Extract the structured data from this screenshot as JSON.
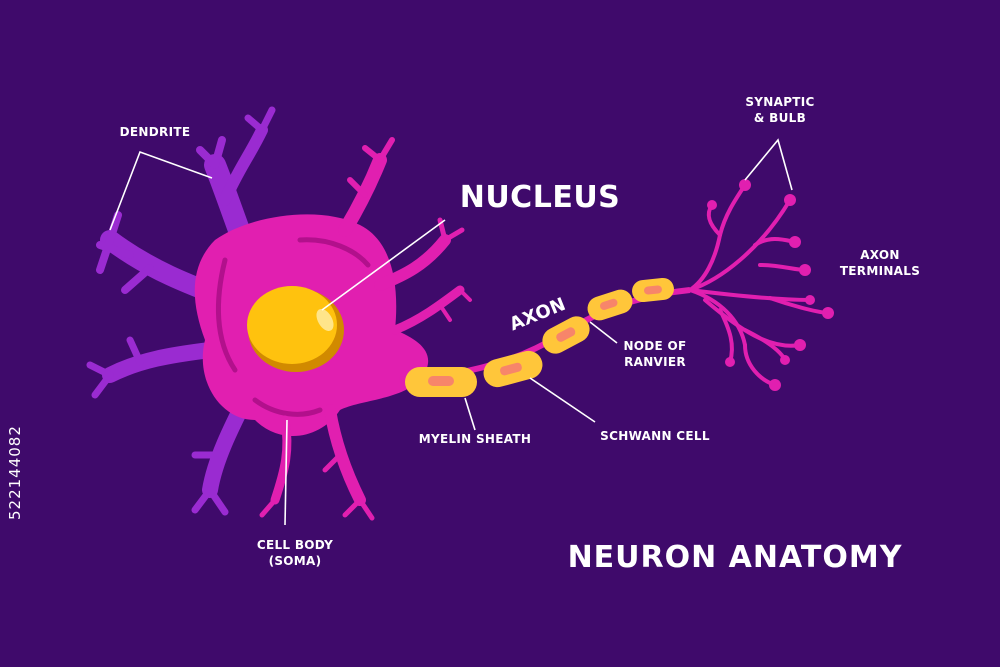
{
  "title": "NEURON ANATOMY",
  "labels": {
    "dendrite": "DENDRITE",
    "nucleus": "NUCLEUS",
    "axon": "AXON",
    "synaptic_bulb": "SYNAPTIC\n& BULB",
    "axon_terminals": "AXON\nTERMINALS",
    "node_of_ranvier": "NODE OF\nRANVIER",
    "myelin_sheath": "MYELIN SHEATH",
    "schwann_cell": "SCHWANN CELL",
    "cell_body": "CELL BODY\n(SOMA)"
  },
  "stock_id": "522144082",
  "colors": {
    "background": "#3f0a6b",
    "soma": "#e11fb0",
    "dendrite": "#9a2bd1",
    "nucleus": "#ffc20e",
    "myelin": "#ffc63a",
    "schwann": "#f7856a",
    "label": "#ffffff"
  }
}
